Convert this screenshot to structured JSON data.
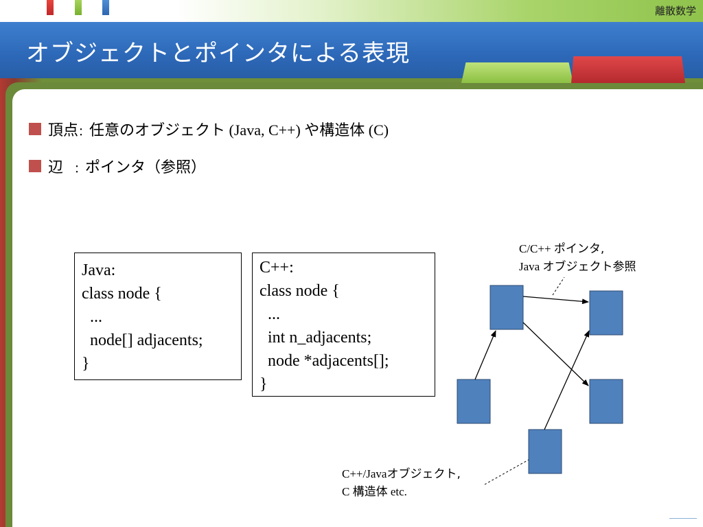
{
  "header": {
    "course": "離散数学",
    "title": "オブジェクトとポインタによる表現"
  },
  "bullets": [
    {
      "term": "頂点",
      "sep": "：",
      "jp1": "任意のオブジェクト",
      "en1": " (Java, C++) ",
      "jp2": "や構造体",
      "en2": " (C)"
    },
    {
      "term": "辺",
      "sep": "　：",
      "jp1": "ポインタ（参照）",
      "en1": "",
      "jp2": "",
      "en2": ""
    }
  ],
  "java_code": [
    "Java:",
    "class node {",
    "  ...",
    "  node[] adjacents;",
    "}"
  ],
  "cpp_code": [
    "C++:",
    "class node {",
    "  ...",
    "  int n_adjacents;",
    "  node *adjacents[];",
    "}"
  ],
  "notes": {
    "pointer_line1_en": "C/C++ ",
    "pointer_line1_jp": "ポインタ,",
    "pointer_line2_en": "Java ",
    "pointer_line2_jp": "オブジェクト参照",
    "object_line1_en": "C++/Java",
    "object_line1_jp": "オブジェクト,",
    "object_line2_en1": "C ",
    "object_line2_jp": "構造体",
    "object_line2_en2": " etc."
  },
  "colors": {
    "node_fill": "#4f81bd",
    "bullet": "#c0504d"
  }
}
